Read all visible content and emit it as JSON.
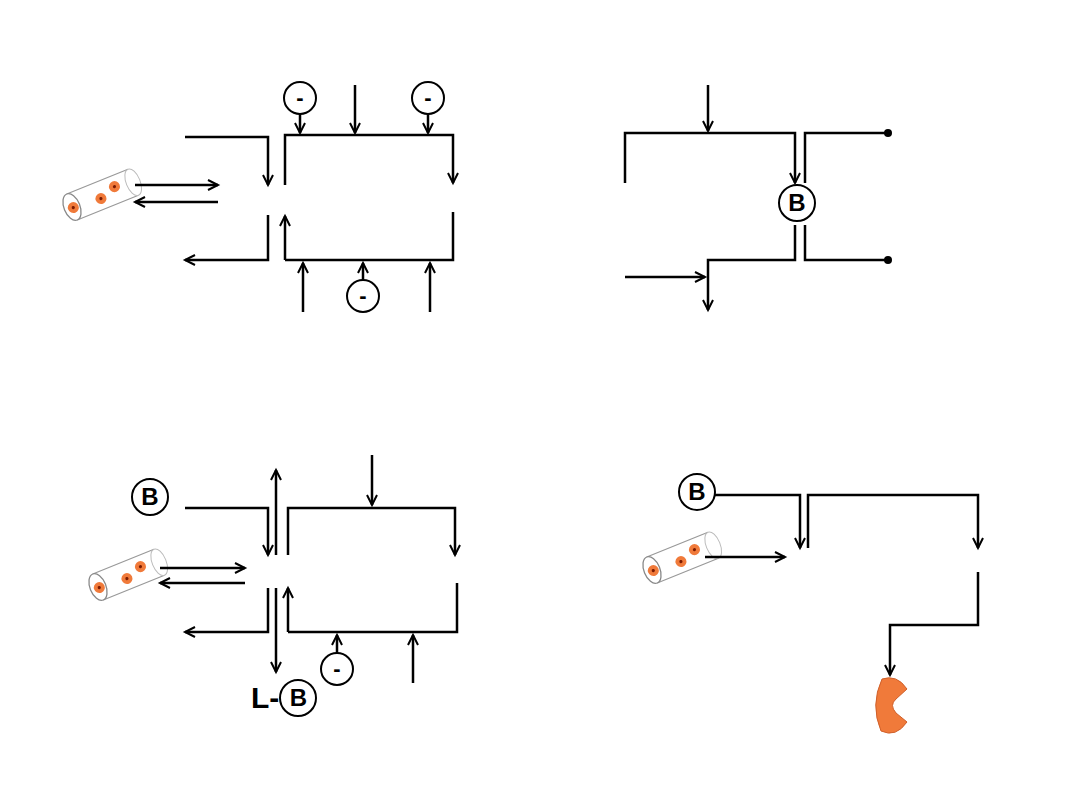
{
  "diagram": {
    "nodes": [
      {
        "text": [
          "-"
        ]
      },
      {
        "text": [
          "-"
        ]
      },
      {
        "text": [
          "-"
        ]
      },
      {
        "text": [
          "B"
        ]
      },
      {
        "text": [
          "B"
        ]
      },
      {
        "text": [
          "L-",
          "B"
        ]
      },
      {
        "text": [
          "-"
        ]
      },
      {
        "text": [
          "B"
        ]
      }
    ]
  }
}
